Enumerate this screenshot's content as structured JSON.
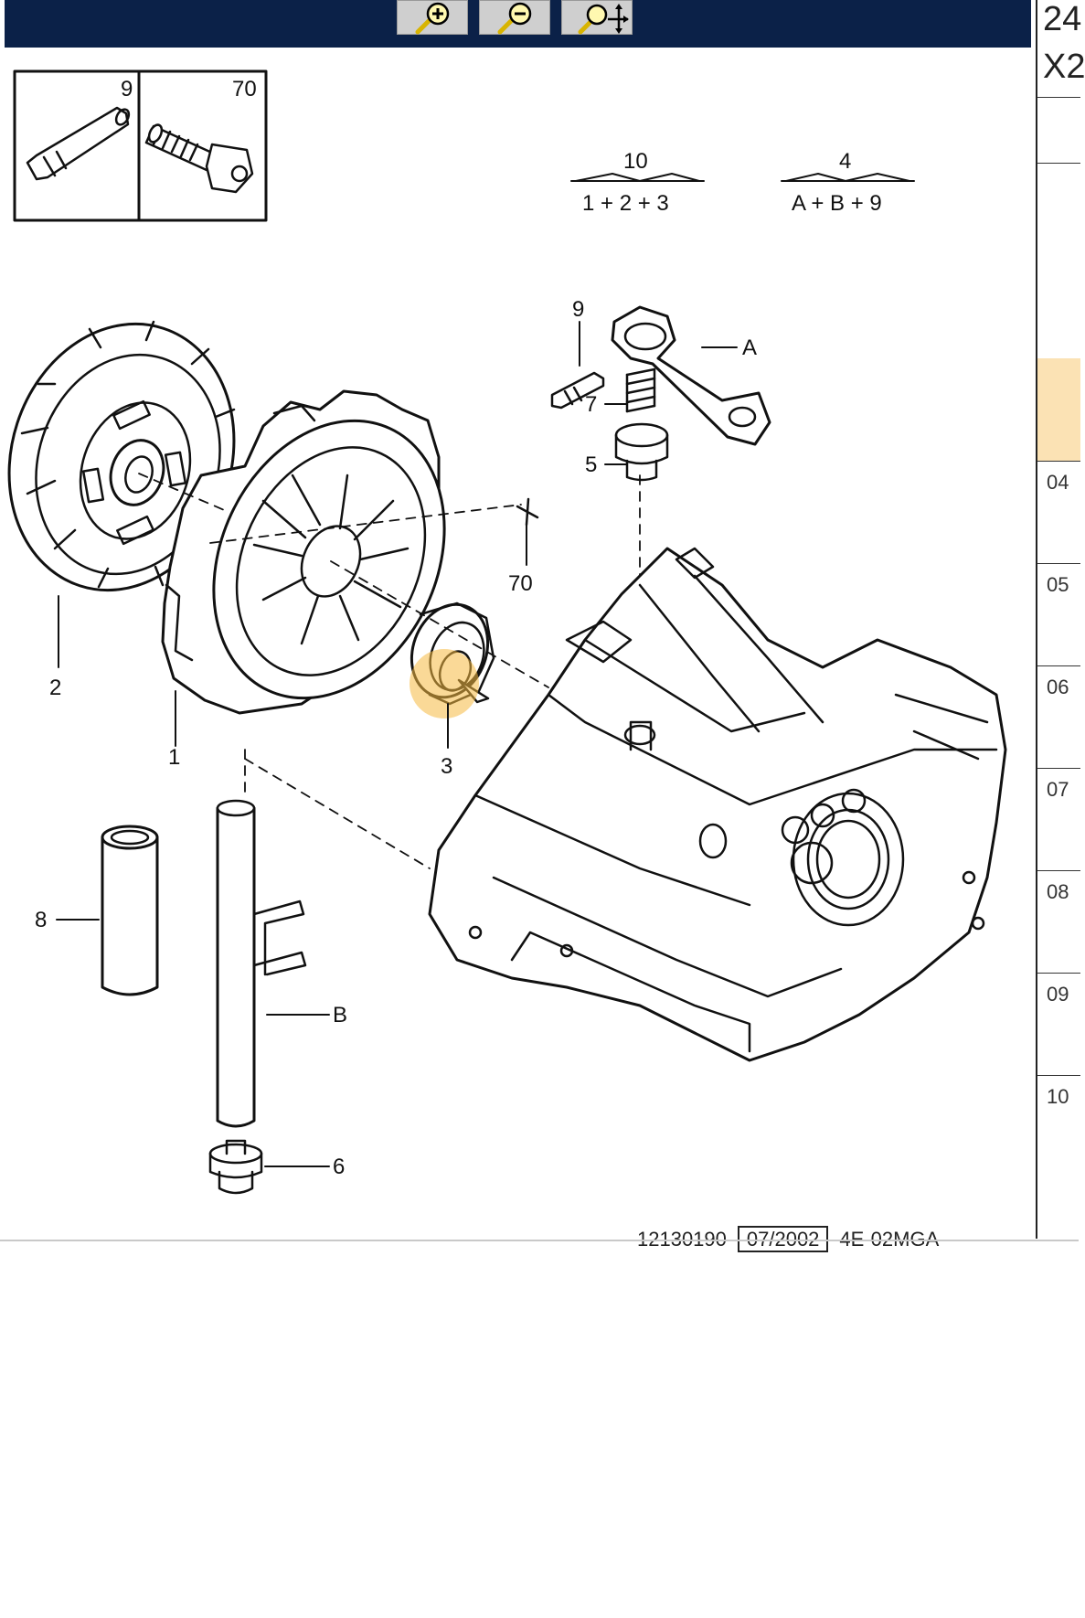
{
  "toolbar": {
    "buttons": [
      {
        "name": "zoom-in",
        "icon": "magnifier-plus-icon"
      },
      {
        "name": "zoom-out",
        "icon": "magnifier-minus-icon"
      },
      {
        "name": "zoom-pan",
        "icon": "magnifier-move-icon"
      }
    ],
    "background": "#0b2148"
  },
  "inset": {
    "left_label": "9",
    "right_label": "70"
  },
  "kits": [
    {
      "top": "10",
      "bottom": "1 + 2 + 3"
    },
    {
      "top": "4",
      "bottom": "A + B + 9"
    }
  ],
  "callouts": {
    "9": "9",
    "A": "A",
    "7": "7",
    "5": "5",
    "70": "70",
    "2": "2",
    "1": "1",
    "3": "3",
    "8": "8",
    "B": "B",
    "6": "6"
  },
  "footer": {
    "ref": "12130190",
    "date": "07/2002",
    "code": "4E-02MGA"
  },
  "right_panel": {
    "header_line1": "24",
    "header_line2": "X2",
    "rows": [
      "04",
      "05",
      "06",
      "07",
      "08",
      "09",
      "10"
    ],
    "highlight_color": "#fbe2b4"
  }
}
